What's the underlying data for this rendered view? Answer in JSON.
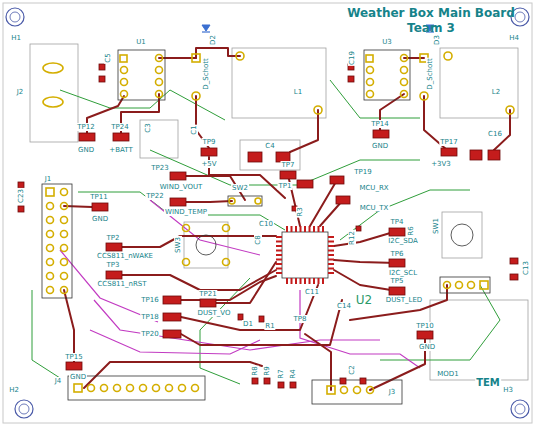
{
  "diagram": {
    "title": "Weather Box Main Board Team 3",
    "labels": [
      "H1",
      "H4",
      "J2",
      "U1",
      "C5",
      "D2",
      "D_Schott",
      "L1",
      "U3",
      "C19",
      "D3",
      "D_Schott",
      "L2",
      "TP12",
      "GND",
      "TP24",
      "+BATT",
      "C3",
      "C1",
      "TP9",
      "+5V",
      "C4",
      "TP14",
      "GND",
      "TP17",
      "+3V3",
      "C16",
      "C23",
      "J1",
      "TP11",
      "GND",
      "TP23",
      "WIND_VOUT",
      "TP22",
      "WIND_TEMP",
      "SW2",
      "TP7",
      "TP1",
      "TP19",
      "MCU_RX",
      "MCU_TX",
      "R6",
      "TP4",
      "I2C_SDA",
      "TP6",
      "I2C_SCL",
      "TP5",
      "DUST_LED",
      "SW1",
      "C13",
      "TP2",
      "CCS811_nWAKE",
      "TP3",
      "CCS811_nRST",
      "SW3",
      "C8",
      "C10",
      "R3",
      "R12",
      "U2",
      "C11",
      "C14",
      "D1",
      "R1",
      "TP8",
      "TP16",
      "TP18",
      "TP20",
      "TP21",
      "DUST_VO",
      "TP15",
      "GND",
      "TP10",
      "GND",
      "R8",
      "R9",
      "R7",
      "R4",
      "C2",
      "H2",
      "J4",
      "J3",
      "MOD1",
      "TEM",
      "H3"
    ]
  }
}
